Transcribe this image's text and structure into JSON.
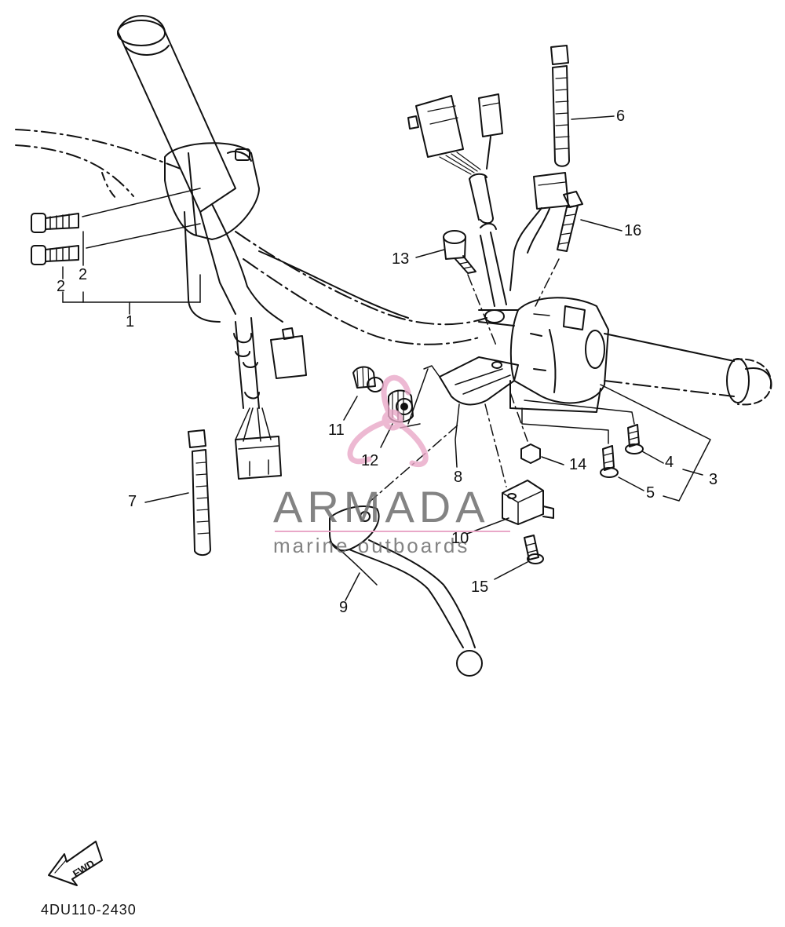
{
  "callouts": [
    {
      "id": "1",
      "text": "1"
    },
    {
      "id": "2a",
      "text": "2"
    },
    {
      "id": "2b",
      "text": "2"
    },
    {
      "id": "3",
      "text": "3"
    },
    {
      "id": "4",
      "text": "4"
    },
    {
      "id": "5",
      "text": "5"
    },
    {
      "id": "6",
      "text": "6"
    },
    {
      "id": "7",
      "text": "7"
    },
    {
      "id": "8",
      "text": "8"
    },
    {
      "id": "9",
      "text": "9"
    },
    {
      "id": "10",
      "text": "10"
    },
    {
      "id": "11",
      "text": "11"
    },
    {
      "id": "12",
      "text": "12"
    },
    {
      "id": "13",
      "text": "13"
    },
    {
      "id": "14",
      "text": "14"
    },
    {
      "id": "15",
      "text": "15"
    },
    {
      "id": "16",
      "text": "16"
    }
  ],
  "watermark": {
    "brand": "ARMADA",
    "tagline": "marine outboards",
    "logo_color": "#e9a8c8",
    "text_color": "#6e6e6e"
  },
  "fwd_label": "FWD",
  "diagram_ref": "4DU110-2430"
}
